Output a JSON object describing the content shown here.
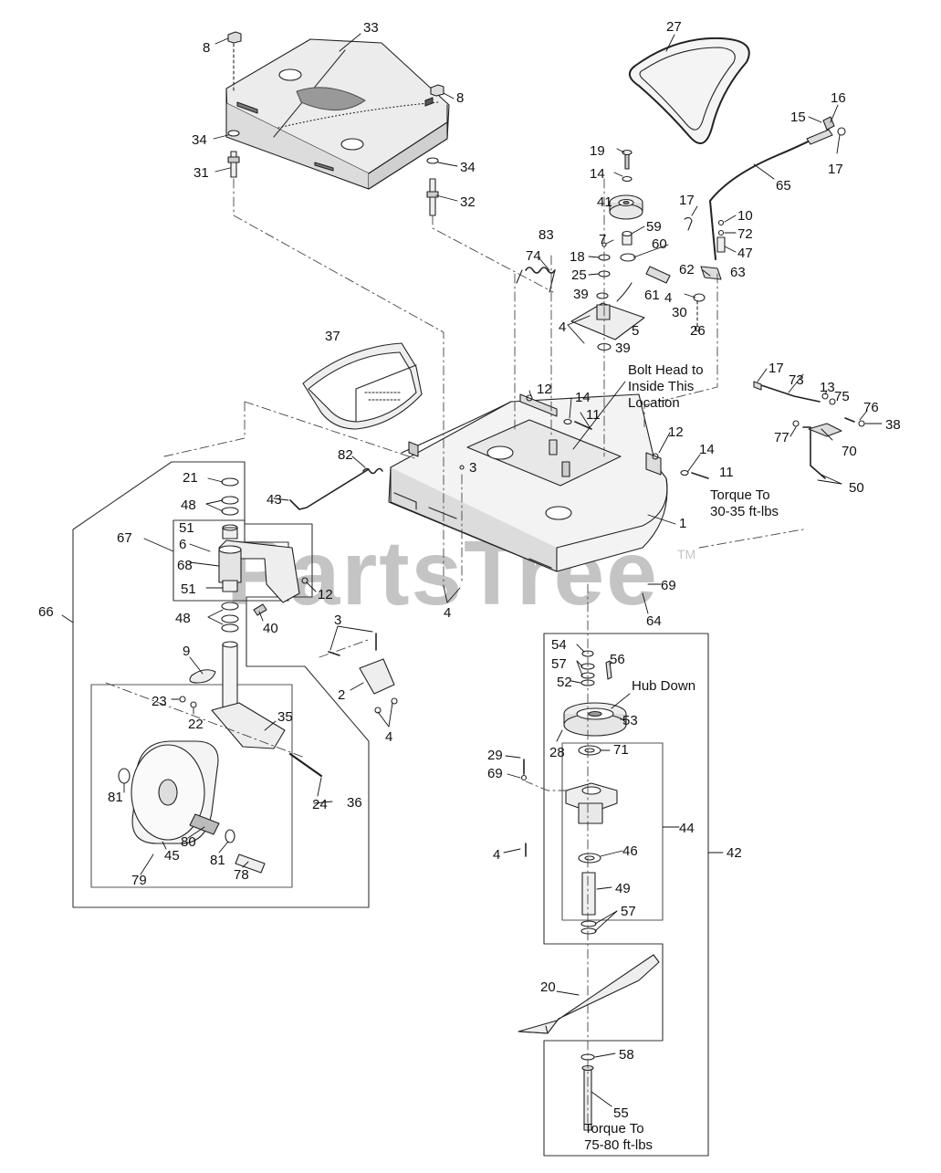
{
  "watermark": {
    "text": "PartsTree",
    "mark": "TM",
    "color": "#bdbdbd"
  },
  "callouts": [
    {
      "id": "c33",
      "text": "33"
    },
    {
      "id": "c8a",
      "text": "8"
    },
    {
      "id": "c8b",
      "text": "8"
    },
    {
      "id": "c34a",
      "text": "34"
    },
    {
      "id": "c31",
      "text": "31"
    },
    {
      "id": "c34b",
      "text": "34"
    },
    {
      "id": "c32",
      "text": "32"
    },
    {
      "id": "c27",
      "text": "27"
    },
    {
      "id": "c16",
      "text": "16"
    },
    {
      "id": "c15",
      "text": "15"
    },
    {
      "id": "c17a",
      "text": "17"
    },
    {
      "id": "c65",
      "text": "65"
    },
    {
      "id": "c19",
      "text": "19"
    },
    {
      "id": "c14a",
      "text": "14"
    },
    {
      "id": "c41",
      "text": "41"
    },
    {
      "id": "c17b",
      "text": "17"
    },
    {
      "id": "c10",
      "text": "10"
    },
    {
      "id": "c72",
      "text": "72"
    },
    {
      "id": "c47",
      "text": "47"
    },
    {
      "id": "c59",
      "text": "59"
    },
    {
      "id": "c83",
      "text": "83"
    },
    {
      "id": "c7",
      "text": "7"
    },
    {
      "id": "c60",
      "text": "60"
    },
    {
      "id": "c74",
      "text": "74"
    },
    {
      "id": "c18",
      "text": "18"
    },
    {
      "id": "c25",
      "text": "25"
    },
    {
      "id": "c62",
      "text": "62"
    },
    {
      "id": "c63",
      "text": "63"
    },
    {
      "id": "c61",
      "text": "61"
    },
    {
      "id": "c4a",
      "text": "4"
    },
    {
      "id": "c39a",
      "text": "39"
    },
    {
      "id": "c30",
      "text": "30"
    },
    {
      "id": "c26",
      "text": "26"
    },
    {
      "id": "c4b",
      "text": "4"
    },
    {
      "id": "c5",
      "text": "5"
    },
    {
      "id": "c39b",
      "text": "39"
    },
    {
      "id": "c37",
      "text": "37"
    },
    {
      "id": "c17c",
      "text": "17"
    },
    {
      "id": "c73",
      "text": "73"
    },
    {
      "id": "c13",
      "text": "13"
    },
    {
      "id": "c75",
      "text": "75"
    },
    {
      "id": "c76",
      "text": "76"
    },
    {
      "id": "c38",
      "text": "38"
    },
    {
      "id": "c77",
      "text": "77"
    },
    {
      "id": "c70",
      "text": "70"
    },
    {
      "id": "c12a",
      "text": "12"
    },
    {
      "id": "c14b",
      "text": "14"
    },
    {
      "id": "c11a",
      "text": "11"
    },
    {
      "id": "c12b",
      "text": "12"
    },
    {
      "id": "c14c",
      "text": "14"
    },
    {
      "id": "c11b",
      "text": "11"
    },
    {
      "id": "c50",
      "text": "50"
    },
    {
      "id": "c82",
      "text": "82"
    },
    {
      "id": "c3a",
      "text": "3"
    },
    {
      "id": "c1",
      "text": "1"
    },
    {
      "id": "c21",
      "text": "21"
    },
    {
      "id": "c48a",
      "text": "48"
    },
    {
      "id": "c43",
      "text": "43"
    },
    {
      "id": "c51a",
      "text": "51"
    },
    {
      "id": "c67",
      "text": "67"
    },
    {
      "id": "c6",
      "text": "6"
    },
    {
      "id": "c68",
      "text": "68"
    },
    {
      "id": "c51b",
      "text": "51"
    },
    {
      "id": "c12c",
      "text": "12"
    },
    {
      "id": "c66",
      "text": "66"
    },
    {
      "id": "c48b",
      "text": "48"
    },
    {
      "id": "c40",
      "text": "40"
    },
    {
      "id": "c4c",
      "text": "4"
    },
    {
      "id": "c69a",
      "text": "69"
    },
    {
      "id": "c64",
      "text": "64"
    },
    {
      "id": "c3b",
      "text": "3"
    },
    {
      "id": "c9",
      "text": "9"
    },
    {
      "id": "c2",
      "text": "2"
    },
    {
      "id": "c4d",
      "text": "4"
    },
    {
      "id": "c54",
      "text": "54"
    },
    {
      "id": "c57a",
      "text": "57"
    },
    {
      "id": "c56",
      "text": "56"
    },
    {
      "id": "c52",
      "text": "52"
    },
    {
      "id": "c53",
      "text": "53"
    },
    {
      "id": "c23",
      "text": "23"
    },
    {
      "id": "c22",
      "text": "22"
    },
    {
      "id": "c35",
      "text": "35"
    },
    {
      "id": "c28",
      "text": "28"
    },
    {
      "id": "c71",
      "text": "71"
    },
    {
      "id": "c29",
      "text": "29"
    },
    {
      "id": "c69b",
      "text": "69"
    },
    {
      "id": "c81a",
      "text": "81"
    },
    {
      "id": "c24",
      "text": "24"
    },
    {
      "id": "c36",
      "text": "36"
    },
    {
      "id": "c44",
      "text": "44"
    },
    {
      "id": "c80",
      "text": "80"
    },
    {
      "id": "c45",
      "text": "45"
    },
    {
      "id": "c81b",
      "text": "81"
    },
    {
      "id": "c4e",
      "text": "4"
    },
    {
      "id": "c46",
      "text": "46"
    },
    {
      "id": "c42",
      "text": "42"
    },
    {
      "id": "c79",
      "text": "79"
    },
    {
      "id": "c78",
      "text": "78"
    },
    {
      "id": "c49",
      "text": "49"
    },
    {
      "id": "c57b",
      "text": "57"
    },
    {
      "id": "c20",
      "text": "20"
    },
    {
      "id": "c58",
      "text": "58"
    },
    {
      "id": "c55",
      "text": "55"
    }
  ],
  "notes": [
    {
      "id": "n_bolt",
      "lines": [
        "Bolt Head to",
        "Inside This",
        "Location"
      ]
    },
    {
      "id": "n_torque1",
      "lines": [
        "Torque To",
        "30-35 ft-lbs"
      ]
    },
    {
      "id": "n_hub",
      "lines": [
        "Hub Down"
      ]
    },
    {
      "id": "n_torque2",
      "lines": [
        "Torque To",
        "75-80 ft-lbs"
      ]
    }
  ]
}
